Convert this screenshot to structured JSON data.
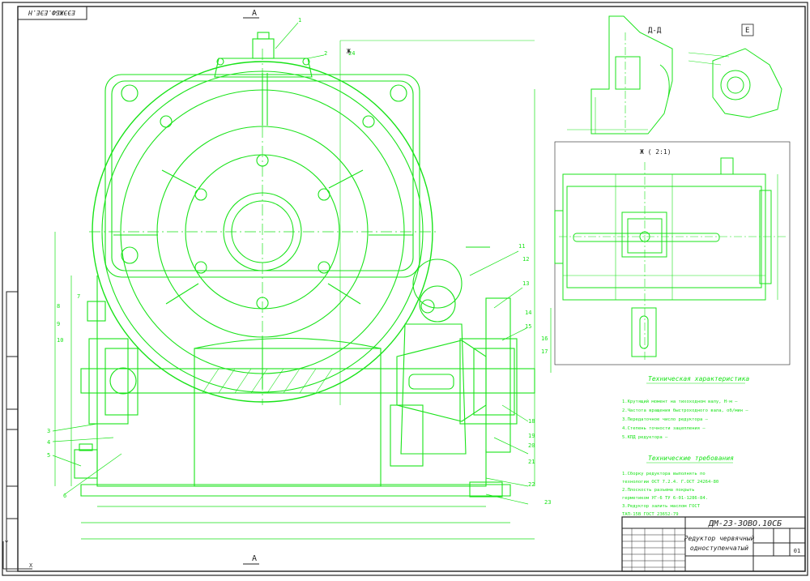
{
  "drawing": {
    "code_rotated": "ЕЭЭЖБФ.ЕЭЕ.Н",
    "doc_code": "ДМ-23-ЗОВО.10СБ",
    "title_line1": "Редуктор червячный",
    "title_line2": "одноступенчатый",
    "sheet": "01",
    "section_a": "А",
    "section_a_bottom": "А",
    "view_d": "Д-Д",
    "view_e": "Е",
    "view_ok": "Ж",
    "view_ok2": "Ж ( 2:1)"
  },
  "notes": {
    "heading1": "Техническая характеристика",
    "lines1": [
      "1.Крутящий момент на тихоходном валу, Н·м  — ",
      "2.Частота вращения быстроходного вала, об/мин  — ",
      "3.Передаточное число редуктора  — ",
      "4.Степень точности зацепления  — ",
      "5.КПД редуктора  — "
    ],
    "heading2": "Технические требования",
    "lines2": [
      "1.Сборку редуктора выполнять по",
      "технологии ОСТ 7.2.4. Г.ОСТ 24264-80",
      "2.Плоскость разъема покрыть",
      "герметиком УГ-6 ТУ 6-01-1286-84.",
      "3.Редуктор залить маслом ГОСТ",
      "ТАП-15В ГОСТ 23652-79"
    ]
  },
  "callouts": [
    "1",
    "2",
    "3",
    "4",
    "5",
    "6",
    "7",
    "8",
    "9",
    "10",
    "11",
    "12",
    "13",
    "14",
    "15",
    "16",
    "17",
    "18",
    "19",
    "20",
    "21",
    "22",
    "23",
    "24"
  ],
  "colors": {
    "line": "#19e319",
    "frame": "#222222",
    "background": "#ffffff"
  }
}
